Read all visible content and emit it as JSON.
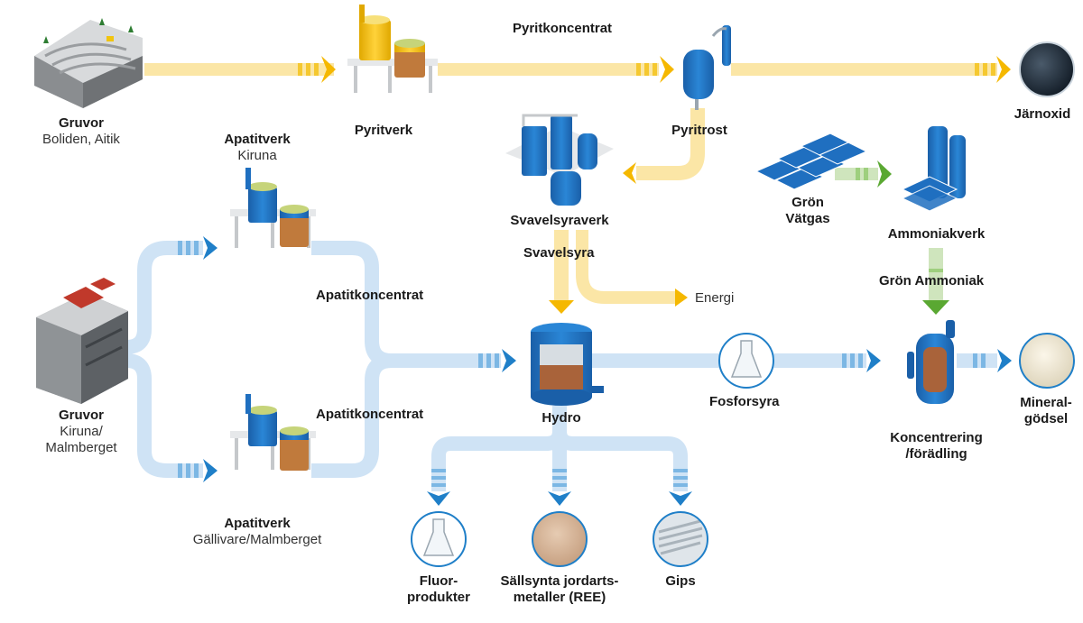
{
  "nodes": {
    "gruvor_boliden": {
      "title": "Gruvor",
      "sub": "Boliden, Aitik"
    },
    "pyritverk": {
      "title": "Pyritverk"
    },
    "pyritrost": {
      "title": "Pyritrost"
    },
    "jarnoxid": {
      "title": "Järnoxid"
    },
    "apatitverk_kiruna": {
      "title": "Apatitverk",
      "sub": "Kiruna"
    },
    "svavelsyraverk": {
      "title": "Svavelsyraverk"
    },
    "gron_vatgas": {
      "line1": "Grön",
      "line2": "Vätgas"
    },
    "ammoniakverk": {
      "title": "Ammoniakverk"
    },
    "gruvor_kiruna": {
      "title": "Gruvor",
      "sub1": "Kiruna/",
      "sub2": "Malmberget"
    },
    "hydro": {
      "title": "Hydro"
    },
    "koncentrering": {
      "line1": "Koncentrering",
      "line2": "/förädling"
    },
    "mineralgodsel": {
      "line1": "Mineral-",
      "line2": "gödsel"
    },
    "apatitverk_gallivare": {
      "title": "Apatitverk",
      "sub": "Gällivare/Malmberget"
    },
    "fluorprodukter": {
      "line1": "Fluor-",
      "line2": "produkter"
    },
    "ree": {
      "line1": "Sällsynta jordarts-",
      "line2": "metaller (REE)"
    },
    "gips": {
      "title": "Gips"
    }
  },
  "flow_labels": {
    "pyritkoncentrat": "Pyritkoncentrat",
    "svavelsyra": "Svavelsyra",
    "energi": "Energi",
    "apatitkoncentrat_1": "Apatitkoncentrat",
    "apatitkoncentrat_2": "Apatitkoncentrat",
    "fosforsyra": "Fosforsyra",
    "gron_ammoniak": "Grön Ammoniak"
  },
  "colors": {
    "yellow_flow": "#fbe6a6",
    "yellow_arrow": "#f5b800",
    "blue_flow": "#cfe3f5",
    "blue_arrow": "#1f7fc8",
    "green_flow": "#cfe5bd",
    "green_arrow": "#5aa832",
    "equipment_blue": "#1f6fc0"
  }
}
